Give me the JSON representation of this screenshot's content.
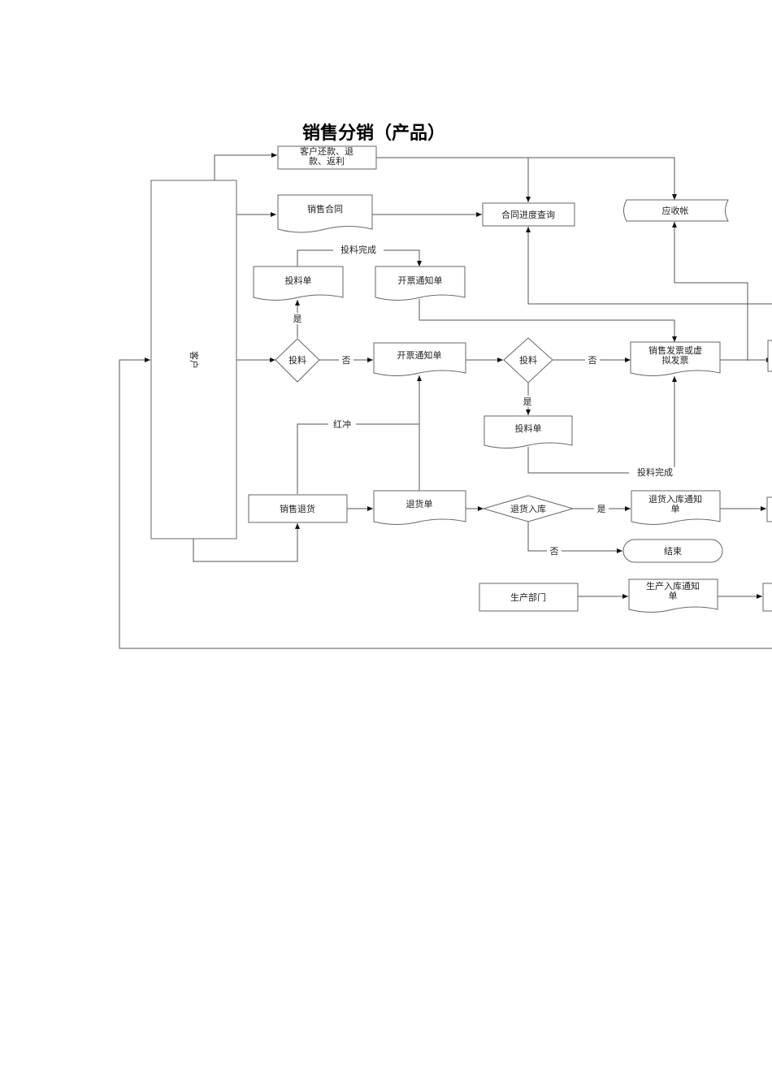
{
  "title": "销售分销（产品）",
  "nodes": {
    "customer": "客户",
    "refund_line1": "客户还款、退",
    "refund_line2": "款、返利",
    "sales_contract": "销售合同",
    "contract_progress": "合同进度查询",
    "receivable": "应收帐",
    "feed_order_top": "投料单",
    "invoice_notice_top": "开票通知单",
    "feed_decision_left": "投料",
    "invoice_notice_mid": "开票通知单",
    "feed_decision_mid": "投料",
    "sales_invoice_line1": "销售发票或虚",
    "sales_invoice_line2": "拟发票",
    "feed_order_mid": "投料单",
    "sales_return": "销售退货",
    "return_order": "退货单",
    "return_stock_decision": "退货入库",
    "return_stock_notice_line1": "退货入库通知",
    "return_stock_notice_line2": "单",
    "end": "结束",
    "production_dept": "生产部门",
    "production_stock_notice_line1": "生产入库通知",
    "production_stock_notice_line2": "单"
  },
  "edge_labels": {
    "feed_done_top": "投料完成",
    "yes_left": "是",
    "no_left": "否",
    "no_mid": "否",
    "yes_mid": "是",
    "red_reverse": "红冲",
    "feed_done_bottom": "投料完成",
    "yes_return": "是",
    "no_return": "否"
  }
}
